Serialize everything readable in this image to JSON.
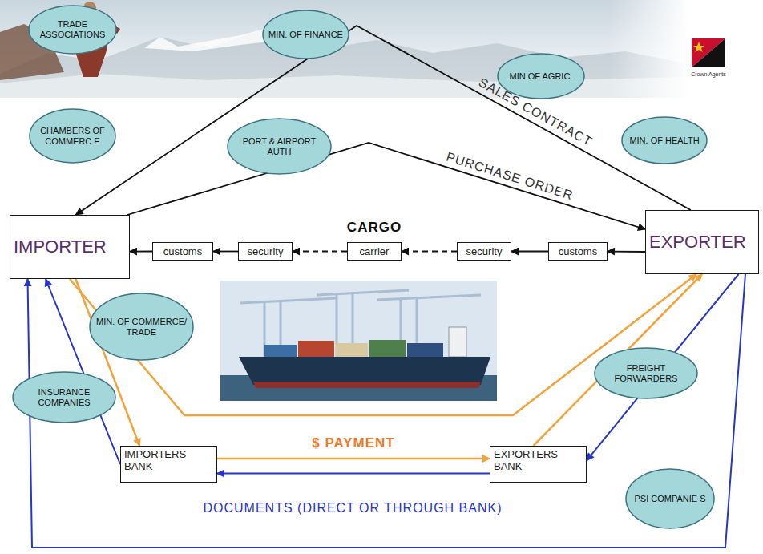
{
  "diagram": {
    "nodes": [
      {
        "text": [
          "TRADE ASSOCIATIONS"
        ]
      },
      {
        "text": [
          "MIN. OF FINANCE"
        ]
      },
      {
        "text": [
          "MIN OF AGRIC."
        ]
      },
      {
        "text": [
          "CHAMBERS OF COMMERC E"
        ]
      },
      {
        "text": [
          "PORT & AIRPORT AUTH"
        ]
      },
      {
        "text": [
          "MIN. OF HEALTH"
        ]
      },
      {
        "text": [
          "IMPORTER"
        ]
      },
      {
        "text": [
          "customs"
        ]
      },
      {
        "text": [
          "security"
        ]
      },
      {
        "text": [
          "carrier"
        ]
      },
      {
        "text": [
          "security"
        ]
      },
      {
        "text": [
          "customs"
        ]
      },
      {
        "text": [
          "EXPORTER"
        ]
      },
      {
        "text": [
          "MIN. OF COMMERCE/ TRADE"
        ]
      },
      {
        "text": [
          "INSURANCE COMPANIES"
        ]
      },
      {
        "text": [
          "FREIGHT FORWARDERS"
        ]
      },
      {
        "text": [
          "IMPORTERS BANK"
        ]
      },
      {
        "text": [
          "EXPORTERS BANK"
        ]
      },
      {
        "text": [
          "PSI COMPANIE S"
        ]
      }
    ],
    "edges": [
      {
        "from": 12,
        "to": 6,
        "label": "SALES CONTRACT",
        "arrow": "to"
      },
      {
        "from": 6,
        "to": 12,
        "label": "PURCHASE ORDER",
        "arrow": "to"
      },
      {
        "from": 12,
        "to": 11,
        "arrow": "to"
      },
      {
        "from": 11,
        "to": 10,
        "arrow": "to"
      },
      {
        "from": 10,
        "to": 9,
        "arrow": "to"
      },
      {
        "from": 9,
        "to": 8,
        "arrow": "to"
      },
      {
        "from": 8,
        "to": 7,
        "arrow": "to"
      },
      {
        "from": 7,
        "to": 6,
        "arrow": "to"
      },
      {
        "from": 6,
        "to": 12,
        "arrow": "to"
      },
      {
        "from": 6,
        "to": 16,
        "arrow": "to"
      },
      {
        "from": 16,
        "to": 17,
        "label": "$ PAYMENT",
        "arrow": "to"
      },
      {
        "from": 17,
        "to": 12,
        "arrow": "to"
      },
      {
        "from": 12,
        "to": 17,
        "arrow": "to"
      },
      {
        "from": 17,
        "to": 16,
        "arrow": "to"
      },
      {
        "from": 16,
        "to": 6,
        "arrow": "to"
      },
      {
        "from": 12,
        "to": 6,
        "arrow": "to"
      }
    ],
    "labels": [
      "CARGO",
      "DOCUMENTS (DIRECT OR THROUGH BANK)",
      "Crown Agents"
    ]
  }
}
